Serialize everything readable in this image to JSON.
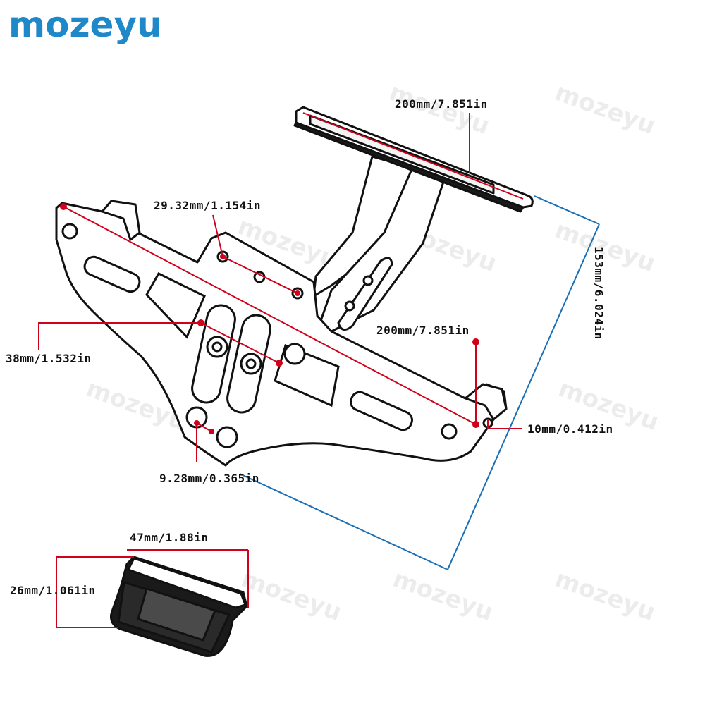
{
  "brand": {
    "logo_text": "mozeyu",
    "watermark_text": "mozeyu",
    "logo_color": "#1e88c8"
  },
  "colors": {
    "dimension_red": "#d0021b",
    "dimension_blue": "#1a6fb5"
  },
  "dimensions": {
    "plate_width_top": "200mm/7.851in",
    "hole_spacing": "29.32mm/1.154in",
    "height_total": "153mm/6.024in",
    "slot_offset": "38mm/1.532in",
    "bracket_length": "200mm/7.851in",
    "end_hole": "10mm/0.412in",
    "lower_hole_spacing": "9.28mm/0.365in",
    "pad_length": "47mm/1.88in",
    "pad_height": "26mm/1.061in"
  }
}
